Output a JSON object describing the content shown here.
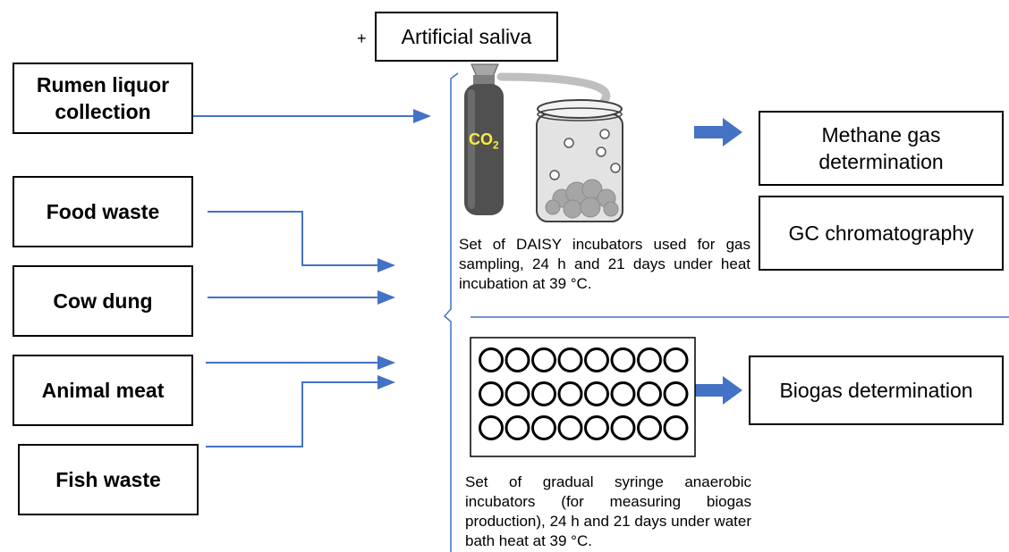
{
  "inputs": {
    "rumen": "Rumen liquor collection",
    "food": "Food waste",
    "cow": "Cow dung",
    "meat": "Animal meat",
    "fish": "Fish waste"
  },
  "saliva": {
    "plus": "+",
    "label": "Artificial saliva"
  },
  "gas_label": {
    "main": "CO",
    "sub": "2"
  },
  "outputs": {
    "methane": "Methane gas determination",
    "gc": "GC chromatography",
    "biogas": "Biogas determination"
  },
  "captions": {
    "daisy": "Set of DAISY incubators used for gas sampling, 24 h and 21 days under heat incubation at 39 °C.",
    "syringe": "Set of gradual syringe anaerobic incubators (for measuring biogas production), 24 h and 21 days under water bath heat at 39 °C."
  },
  "colors": {
    "arrow": "#4472c4",
    "border": "#000000",
    "cylinder": "#505050",
    "jar": "#d9d9d9"
  }
}
